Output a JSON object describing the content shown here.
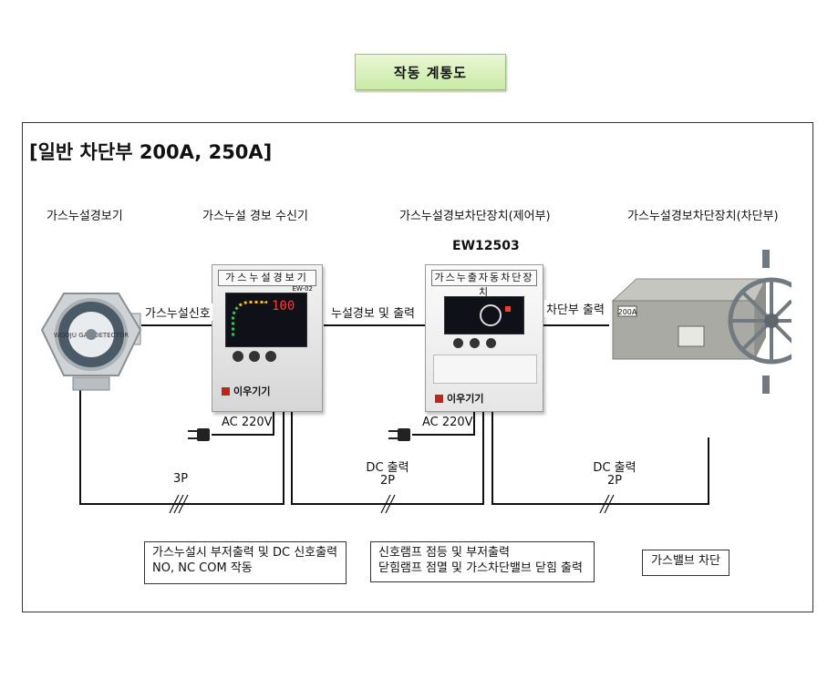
{
  "title": "작동 계통도",
  "heading": "[일반 차단부 200A, 250A]",
  "devices": {
    "detector": {
      "label": "가스누설경보기",
      "face_text": "WOOJU GAS DETECTOR"
    },
    "receiver": {
      "label": "가스누설 경보 수신기",
      "panel_title": "가스누설경보기",
      "model_tag": "EW-02",
      "display": "100",
      "brand": "이우기기"
    },
    "controller": {
      "label": "가스누설경보차단장치(제어부)",
      "model": "EW12503",
      "panel_title": "가스누출자동차단장치",
      "brand": "이우기기"
    },
    "shutoff": {
      "label": "가스누설경보차단장치(차단부)",
      "plate": "200A"
    }
  },
  "links": {
    "leak_signal": "가스누설신호",
    "alarm_output": "누설경보 및 출력",
    "shutoff_output": "차단부 출력",
    "power1": "AC 220V",
    "power2": "AC 220V",
    "wire1": "3P",
    "wire2_type": "DC 출력",
    "wire2": "2P",
    "wire3_type": "DC 출력",
    "wire3": "2P"
  },
  "notes": {
    "note1_line1": "가스누설시 부저출력 및 DC 신호출력",
    "note1_line2": " NO, NC COM 작동",
    "note2_line1": "신호램프 점등 및 부저출력",
    "note2_line2": "닫힘램프 점멸 및 가스차단밸브 닫힘 출력",
    "note3": "가스밸브 차단"
  },
  "colors": {
    "title_bg": "#d6efb8",
    "brand_red": "#c0241b",
    "shutoff_body": "#a9aaa4"
  }
}
